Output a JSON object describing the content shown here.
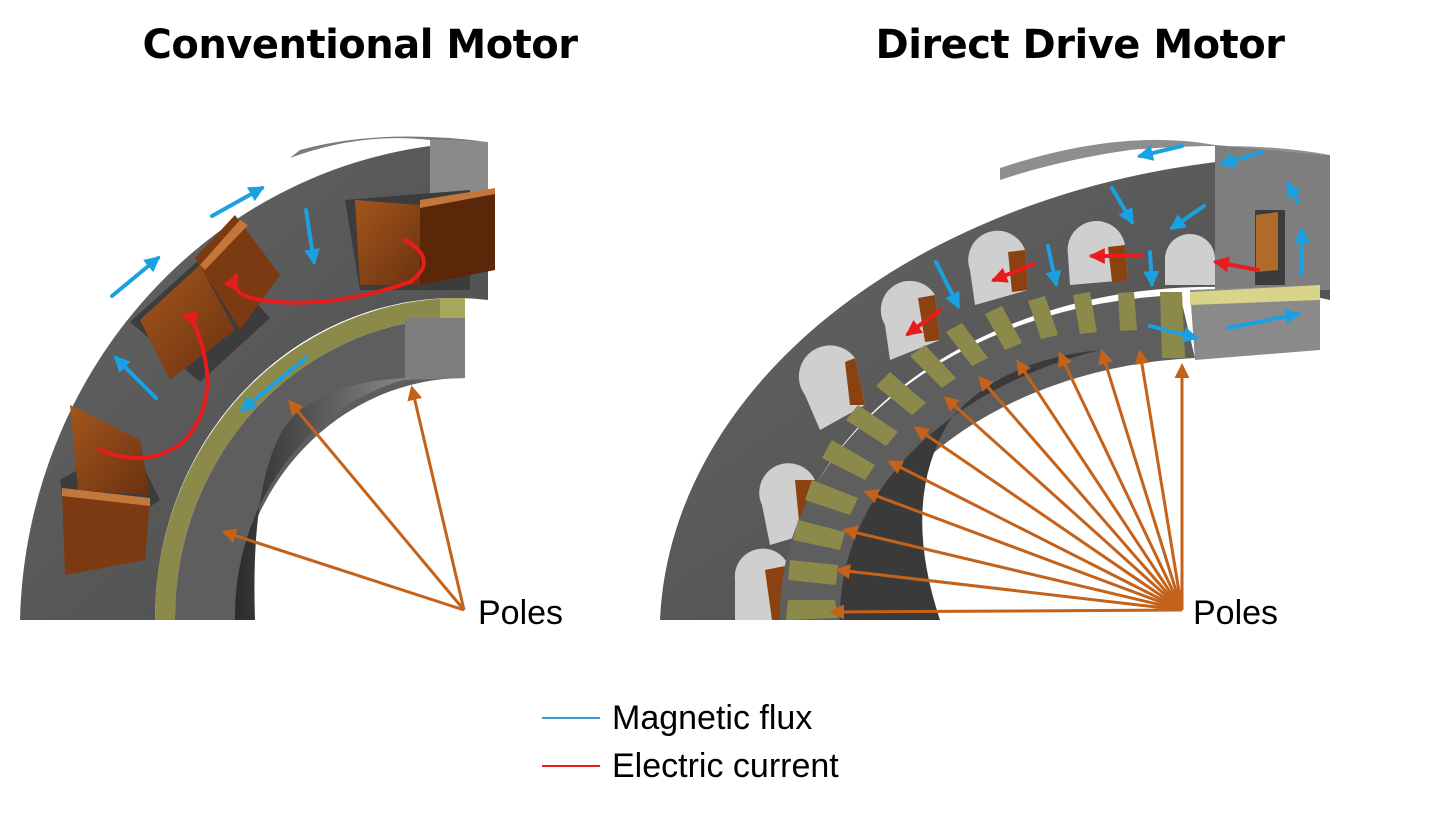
{
  "titles": {
    "left": "Conventional Motor",
    "right": "Direct Drive Motor"
  },
  "poles_label": "Poles",
  "legend": [
    {
      "label": "Magnetic flux",
      "color": "#3a9ad9"
    },
    {
      "label": "Electric current",
      "color": "#e81c1c"
    }
  ],
  "colors": {
    "flux": "#1ba1e2",
    "current": "#e81c1c",
    "pointer": "#c5621a",
    "steel": "#5b5b5b",
    "copper": "#8a4210",
    "magnet": "#8c8a4a"
  }
}
